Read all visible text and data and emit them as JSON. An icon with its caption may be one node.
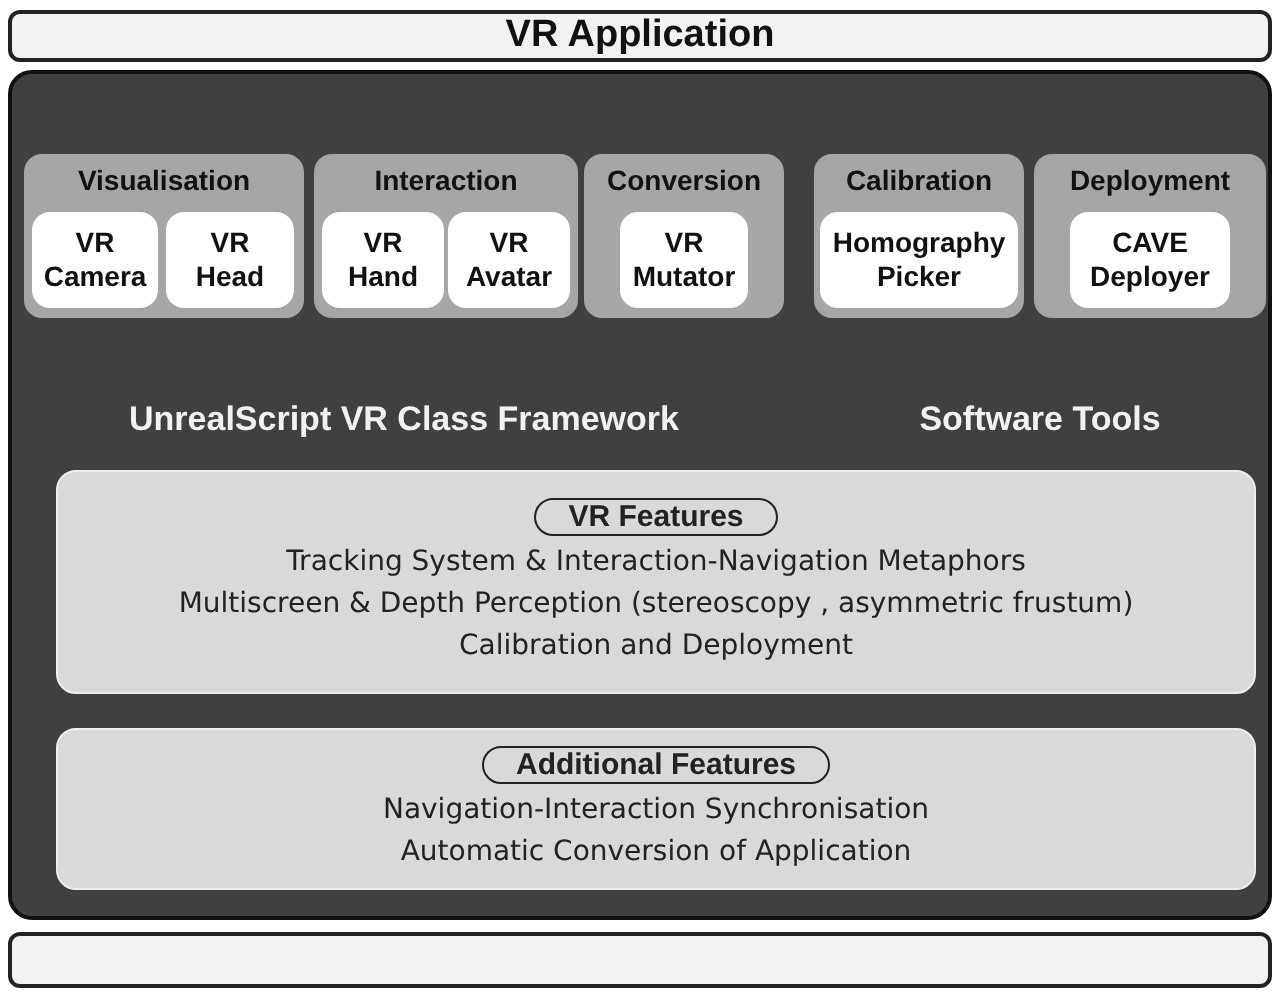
{
  "diagram": {
    "nodes": [
      {
        "text": [
          "VR Application"
        ]
      },
      {
        "text": [],
        "shape": "box"
      },
      {
        "text": [
          "Visualisation"
        ],
        "in": 1
      },
      {
        "text": [
          "VR Camera"
        ],
        "in": 2
      },
      {
        "text": [
          "VR Head"
        ],
        "in": 2
      },
      {
        "text": [
          "Interaction"
        ],
        "in": 1
      },
      {
        "text": [
          "VR Hand"
        ],
        "in": 5
      },
      {
        "text": [
          "VR Avatar"
        ],
        "in": 5
      },
      {
        "text": [
          "Conversion"
        ],
        "in": 1
      },
      {
        "text": [
          "VR Mutator"
        ],
        "in": 8
      },
      {
        "text": [
          "Calibration"
        ],
        "in": 1
      },
      {
        "text": [
          "Homography Picker"
        ],
        "in": 10
      },
      {
        "text": [
          "Deployment"
        ],
        "in": 1
      },
      {
        "text": [
          "CAVE Deployer"
        ],
        "in": 12
      },
      {
        "text": [
          "VR Features",
          "Tracking System & Interaction-Navigation Metaphors",
          "Multiscreen & Depth Perception (stereoscopy , asymmetric frustum)",
          "Calibration and Deployment"
        ],
        "in": 1
      },
      {
        "text": [
          "Additional Features",
          "Navigation-Interaction Synchronisation",
          "Automatic Conversion of Application"
        ],
        "in": 1
      },
      {
        "text": [],
        "shape": "box"
      }
    ],
    "labels": [
      "UnrealScript VR Class Framework",
      "Software Tools"
    ]
  }
}
